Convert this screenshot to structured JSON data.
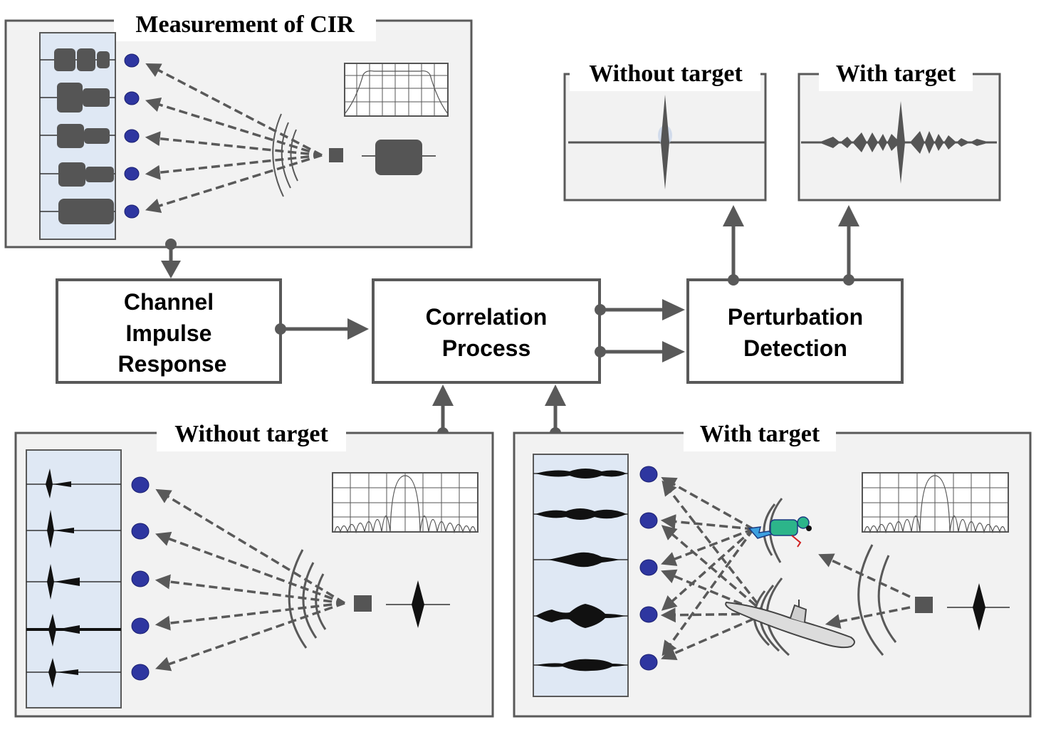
{
  "panels": {
    "measurement": {
      "title": "Measurement of CIR"
    },
    "top_without": {
      "title": "Without target"
    },
    "top_with": {
      "title": "With target"
    },
    "bottom_without": {
      "title": "Without target"
    },
    "bottom_with": {
      "title": "With target"
    }
  },
  "blocks": {
    "cir": {
      "lines": [
        "Channel",
        "Impulse",
        "Response"
      ]
    },
    "correlation": {
      "lines": [
        "Correlation",
        "Process"
      ]
    },
    "perturbation": {
      "lines": [
        "Perturbation",
        "Detection"
      ]
    }
  },
  "colors": {
    "panel_fill": "#f2f2f2",
    "strip_fill": "#dfe8f4",
    "hydrophone": "#2e36a0",
    "outline": "#595959"
  }
}
